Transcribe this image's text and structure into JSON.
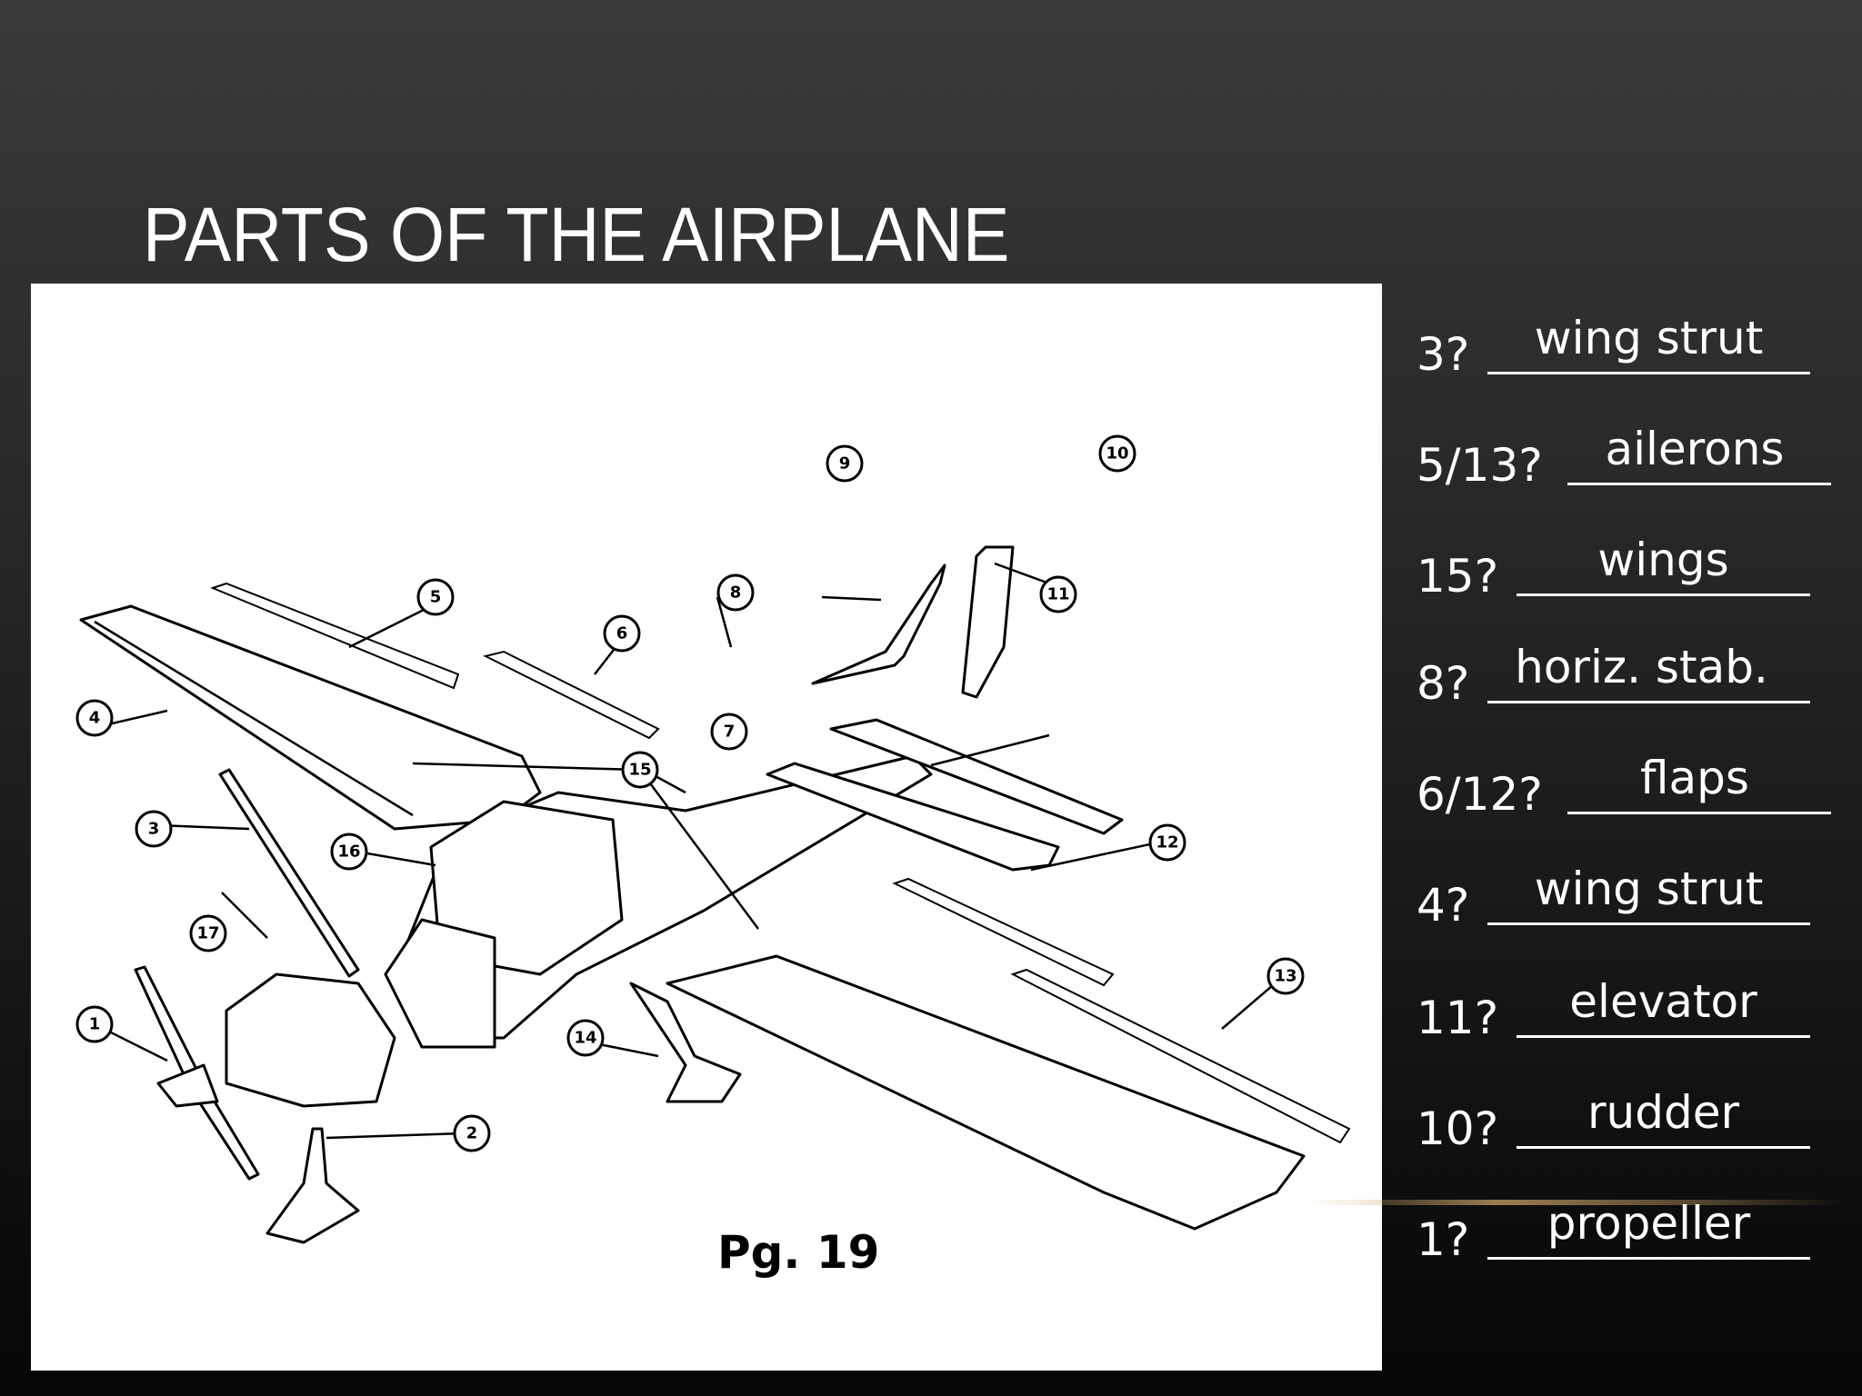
{
  "slide": {
    "title": "PARTS OF THE AIRPLANE",
    "page_reference": "Pg. 19"
  },
  "diagram": {
    "callout_numbers": [
      "1",
      "2",
      "3",
      "4",
      "5",
      "6",
      "7",
      "8",
      "9",
      "10",
      "11",
      "12",
      "13",
      "14",
      "15",
      "16",
      "17"
    ]
  },
  "answers": [
    {
      "question": "3?",
      "answer": "wing strut"
    },
    {
      "question": "5/13?",
      "answer": "ailerons"
    },
    {
      "question": "15?",
      "answer": "wings"
    },
    {
      "question": "8?",
      "answer": "horiz. stab."
    },
    {
      "question": "6/12?",
      "answer": "flaps"
    },
    {
      "question": "4?",
      "answer": "wing strut"
    },
    {
      "question": "11?",
      "answer": "elevator"
    },
    {
      "question": "10?",
      "answer": "rudder"
    },
    {
      "question": "1?",
      "answer": "propeller"
    }
  ]
}
